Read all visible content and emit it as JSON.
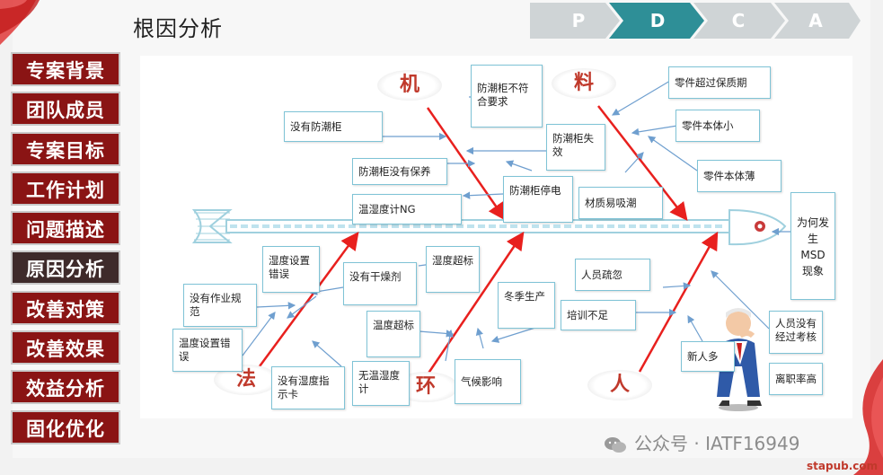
{
  "title": "根因分析",
  "sidebar": {
    "items": [
      {
        "label": "专案背景",
        "active": false
      },
      {
        "label": "团队成员",
        "active": false
      },
      {
        "label": "专案目标",
        "active": false
      },
      {
        "label": "工作计划",
        "active": false
      },
      {
        "label": "问题描述",
        "active": false
      },
      {
        "label": "原因分析",
        "active": true
      },
      {
        "label": "改善对策",
        "active": false
      },
      {
        "label": "改善效果",
        "active": false
      },
      {
        "label": "效益分析",
        "active": false
      },
      {
        "label": "固化优化",
        "active": false
      }
    ]
  },
  "pdca": {
    "steps": [
      {
        "label": "P",
        "color": "#cfd4d6"
      },
      {
        "label": "D",
        "color": "#2e8f97"
      },
      {
        "label": "C",
        "color": "#cfd4d6"
      },
      {
        "label": "A",
        "color": "#cfd4d6"
      }
    ]
  },
  "diagram": {
    "head": "为何发生MSD现象",
    "categories": {
      "machine": "机",
      "material": "料",
      "method": "法",
      "environment": "环",
      "man": "人"
    },
    "causes": {
      "machine_not_spec": "防潮柜不符合要求",
      "no_cabinet": "没有防潮柜",
      "cabinet_fail": "防潮柜失效",
      "cabinet_no_maint": "防潮柜没有保养",
      "cabinet_power_off": "防潮柜停电",
      "hygrometer_ng": "温湿度计NG",
      "material_expired": "零件超过保质期",
      "part_small": "零件本体小",
      "part_thin": "零件本体薄",
      "material_absorb": "材质易吸潮",
      "humidity_setting_err1": "湿度设置错误",
      "no_desiccant": "没有干燥剂",
      "no_work_spec": "没有作业规范",
      "temp_setting_err": "温度设置错误",
      "no_humidity_card": "没有湿度指示卡",
      "humidity_over": "湿度超标",
      "temp_over": "温度超标",
      "no_hygrometer": "无温湿度计",
      "weather": "气候影响",
      "winter_production": "冬季生产",
      "staff_negligence": "人员疏忽",
      "training_lack": "培训不足",
      "new_staff": "新人多",
      "staff_no_check": "人员没有经过考核",
      "high_turnover": "离职率高"
    }
  },
  "colors": {
    "accent_red": "#e8201e",
    "sidebar_bg": "#8a1414",
    "sidebar_active": "#3e2a2a",
    "box_border": "#7fc3d6",
    "arrow_blue": "#6f9fcf",
    "spine": "#bfe3ee"
  },
  "watermark": "公众号 · IATF16949",
  "site": "stapub.com"
}
